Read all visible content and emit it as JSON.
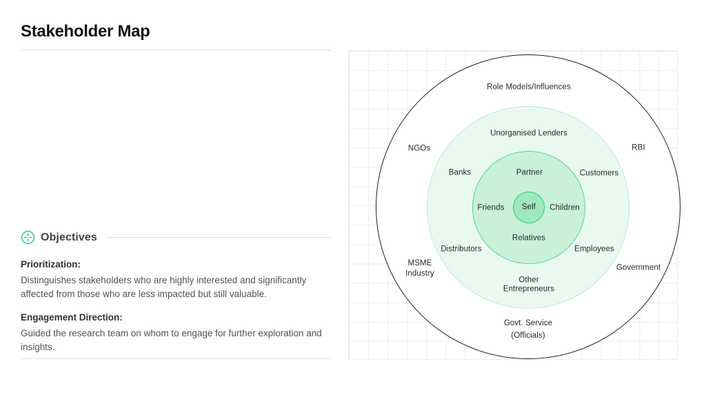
{
  "page": {
    "title": "Stakeholder Map"
  },
  "objectives": {
    "heading": "Objectives",
    "icon": "target-crosshair-icon",
    "sections": [
      {
        "label": "Prioritization:",
        "text": "Distinguishes stakeholders who are highly interested and significantly affected from those who are less impacted but still valuable."
      },
      {
        "label": "Engagement Direction:",
        "text": "Guided the research team on whom to engage for further exploration and insights."
      }
    ]
  },
  "diagram": {
    "type": "concentric-stakeholder-map",
    "colors": {
      "accent_green": "#2fd07c",
      "self_fill": "#a0e8be",
      "self_stroke": "#2fd07c",
      "middle_ring_fill": "#c8f1d8",
      "middle_ring_stroke": "#50d68c",
      "outer_green_ring_fill": "#e9f9f0",
      "outer_green_ring_stroke": "#b7ecd1",
      "outer_circle_stroke": "#1e1e1e",
      "grid_line": "#ededed"
    },
    "labels": {
      "roleModels": {
        "text": "Role Models/Influences"
      },
      "unorganisedLenders": {
        "text": "Unorganised Lenders"
      },
      "ngos": {
        "text": "NGOs"
      },
      "rbi": {
        "text": "RBI"
      },
      "banks": {
        "text": "Banks"
      },
      "partner": {
        "text": "Partner"
      },
      "customers": {
        "text": "Customers"
      },
      "friends": {
        "text": "Friends"
      },
      "self": {
        "text": "Self"
      },
      "children": {
        "text": "Children"
      },
      "relatives": {
        "text": "Relatives"
      },
      "distributors": {
        "text": "Distributors"
      },
      "employees": {
        "text": "Employees"
      },
      "msmeIndustry": {
        "text": "MSME\nIndustry"
      },
      "government": {
        "text": "Government"
      },
      "otherEntrepreneurs": {
        "text": "Other\nEntrepreneurs"
      },
      "govtService": {
        "text": "Govt. Service\n(Officials)"
      }
    }
  }
}
